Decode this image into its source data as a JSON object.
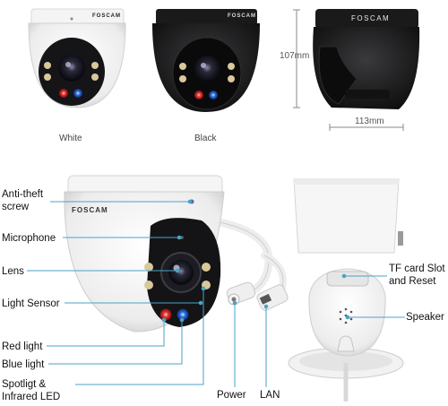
{
  "top_row": {
    "white_caption": "White",
    "black_caption": "Black",
    "height_dimension": "107mm",
    "width_dimension": "113mm"
  },
  "brand": {
    "logo_text": "FOSCAM"
  },
  "callouts": {
    "anti_theft_screw": [
      "Anti-theft",
      "screw"
    ],
    "microphone": "Microphone",
    "lens": "Lens",
    "light_sensor": "Light Sensor",
    "red_light": "Red light",
    "blue_light": "Blue light",
    "spotlight_ir": [
      "Spotligt &",
      "Infrared LED"
    ],
    "power": "Power",
    "lan": "LAN",
    "tf_card": [
      "TF card Slot",
      "and Reset"
    ],
    "speaker": "Speaker"
  },
  "colors": {
    "camera_white": "#f2f2f2",
    "camera_black": "#1d1d1f",
    "leader_line": "#4aa3c7",
    "red_led": "#e8302c",
    "blue_led": "#2b6fe0"
  }
}
